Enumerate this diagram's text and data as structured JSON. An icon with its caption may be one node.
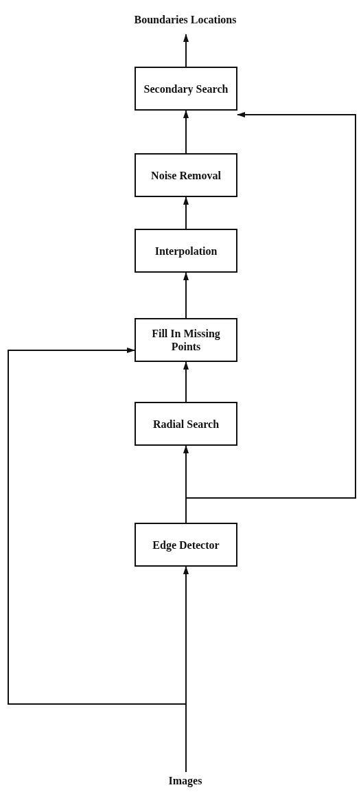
{
  "diagram": {
    "nodes": [
      {
        "text": [
          "Boundaries Locations"
        ]
      },
      {
        "text": [
          "Secondary Search"
        ]
      },
      {
        "text": [
          "Noise Removal"
        ]
      },
      {
        "text": [
          "Interpolation"
        ]
      },
      {
        "text": [
          "Fill In Missing Points"
        ]
      },
      {
        "text": [
          "Radial Search"
        ]
      },
      {
        "text": [
          "Edge Detector"
        ]
      },
      {
        "text": [
          "Images"
        ]
      }
    ],
    "edges": [
      {
        "from": 7,
        "to": 6,
        "arrow": "to"
      },
      {
        "from": 7,
        "to": 4,
        "arrow": "to"
      },
      {
        "from": 6,
        "to": 5,
        "arrow": "to"
      },
      {
        "from": 6,
        "to": 1,
        "arrow": "to"
      },
      {
        "from": 5,
        "to": 4,
        "arrow": "to"
      },
      {
        "from": 4,
        "to": 3,
        "arrow": "to"
      },
      {
        "from": 3,
        "to": 2,
        "arrow": "to"
      },
      {
        "from": 2,
        "to": 1,
        "arrow": "to"
      },
      {
        "from": 1,
        "to": 0,
        "arrow": "to"
      }
    ]
  }
}
